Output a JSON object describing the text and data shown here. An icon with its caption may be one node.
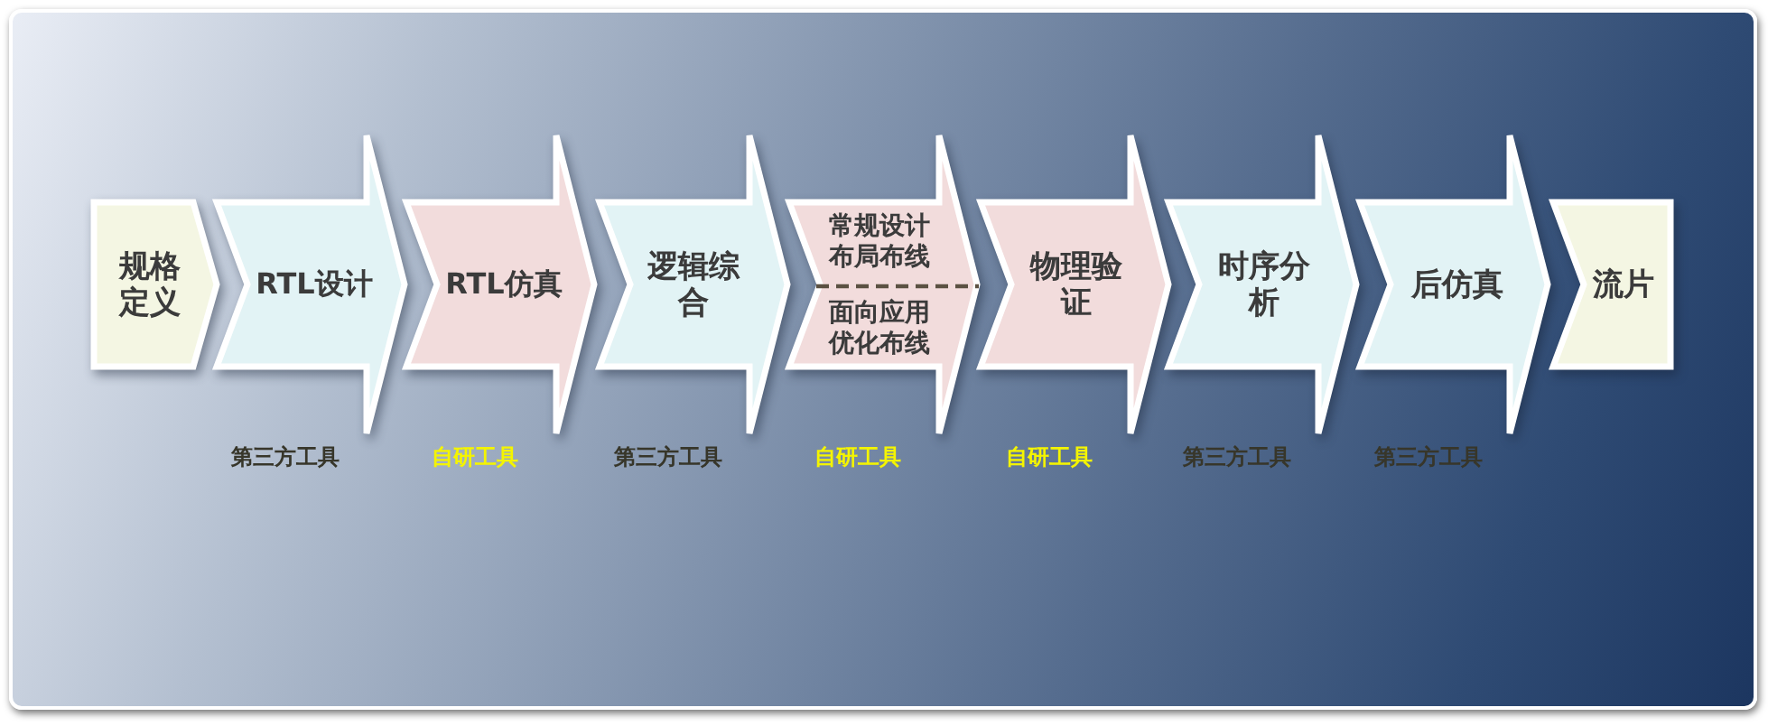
{
  "diagram": {
    "nodes": [
      {
        "text": [
          "规格定义"
        ]
      },
      {
        "text": [
          "RTL设计"
        ],
        "beside": [
          "第三方工具"
        ]
      },
      {
        "text": [
          "RTL仿真"
        ],
        "beside": [
          "自研工具"
        ]
      },
      {
        "text": [
          "逻辑综合"
        ],
        "beside": [
          "第三方工具"
        ]
      },
      {
        "text": [
          "常规设计布局布线",
          "面向应用优化布线"
        ],
        "beside": [
          "自研工具"
        ]
      },
      {
        "text": [
          "物理验证"
        ],
        "beside": [
          "自研工具"
        ]
      },
      {
        "text": [
          "时序分析"
        ],
        "beside": [
          "第三方工具"
        ]
      },
      {
        "text": [
          "后仿真"
        ],
        "beside": [
          "第三方工具"
        ]
      },
      {
        "text": [
          "流片"
        ]
      }
    ]
  }
}
